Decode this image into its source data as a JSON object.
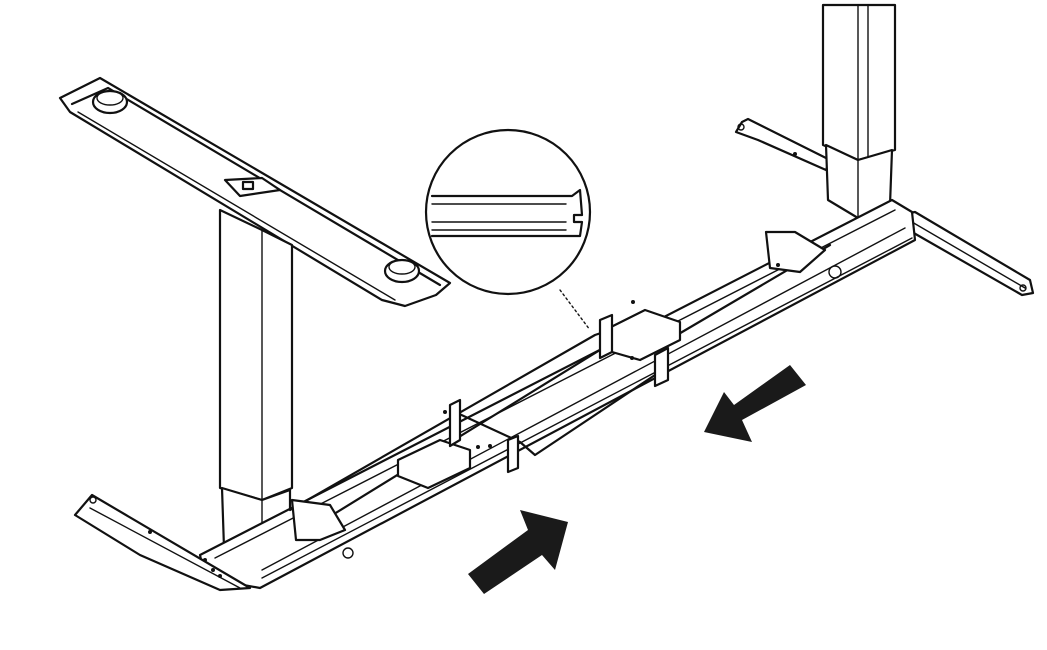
{
  "diagram": {
    "subject": "standing-desk-frame-assembly",
    "callout": "rail-profile-detail",
    "arrows": [
      "push-left",
      "push-right"
    ],
    "colors": {
      "line": "#111111",
      "arrow": "#1a1a1a",
      "background": "#ffffff"
    }
  }
}
